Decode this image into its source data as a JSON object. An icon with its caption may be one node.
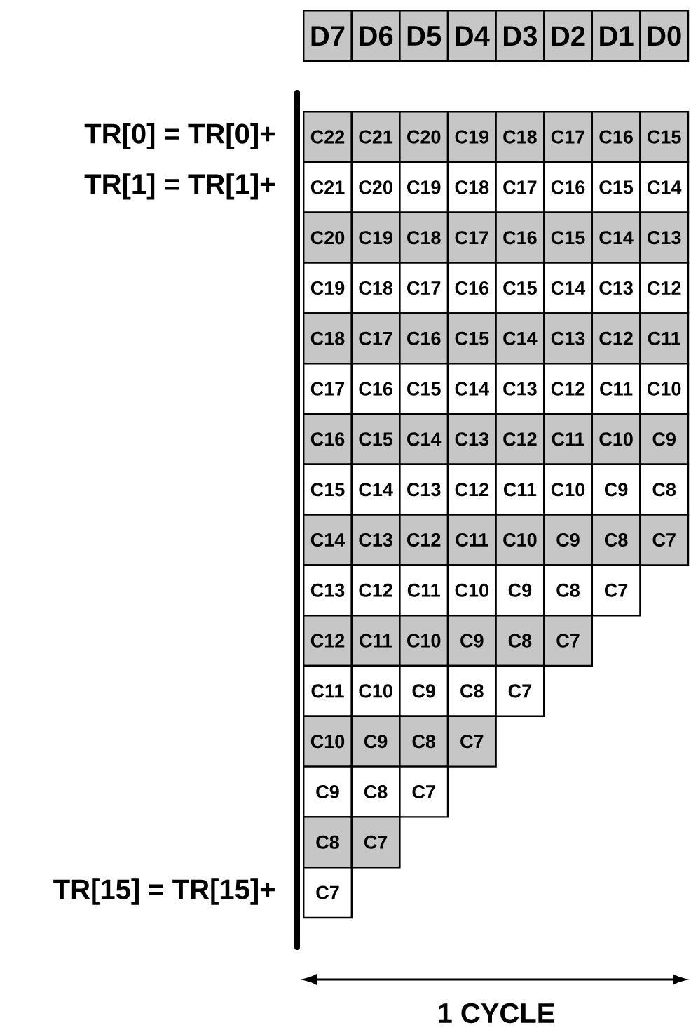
{
  "diagram": {
    "labels": [
      "D7",
      "D6",
      "D5",
      "D4",
      "D3",
      "D2",
      "D1",
      "D0",
      "TR[0] = TR[0]+",
      "C22",
      "C21",
      "C20",
      "C19",
      "C18",
      "C17",
      "C16",
      "C15",
      "TR[1] = TR[1]+",
      "C21",
      "C20",
      "C19",
      "C18",
      "C17",
      "C16",
      "C15",
      "C14",
      "C20",
      "C19",
      "C18",
      "C17",
      "C16",
      "C15",
      "C14",
      "C13",
      "C19",
      "C18",
      "C17",
      "C16",
      "C15",
      "C14",
      "C13",
      "C12",
      "C18",
      "C17",
      "C16",
      "C15",
      "C14",
      "C13",
      "C12",
      "C11",
      "C17",
      "C16",
      "C15",
      "C14",
      "C13",
      "C12",
      "C11",
      "C10",
      "C16",
      "C15",
      "C14",
      "C13",
      "C12",
      "C11",
      "C10",
      "C9",
      "C15",
      "C14",
      "C13",
      "C12",
      "C11",
      "C10",
      "C9",
      "C8",
      "C14",
      "C13",
      "C12",
      "C11",
      "C10",
      "C9",
      "C8",
      "C7",
      "C13",
      "C12",
      "C11",
      "C10",
      "C9",
      "C8",
      "C7",
      "C12",
      "C11",
      "C10",
      "C9",
      "C8",
      "C7",
      "C11",
      "C10",
      "C9",
      "C8",
      "C7",
      "C10",
      "C9",
      "C8",
      "C7",
      "C9",
      "C8",
      "C7",
      "C8",
      "C7",
      "TR[15] = TR[15]+",
      "C7",
      "1 CYCLE"
    ]
  }
}
